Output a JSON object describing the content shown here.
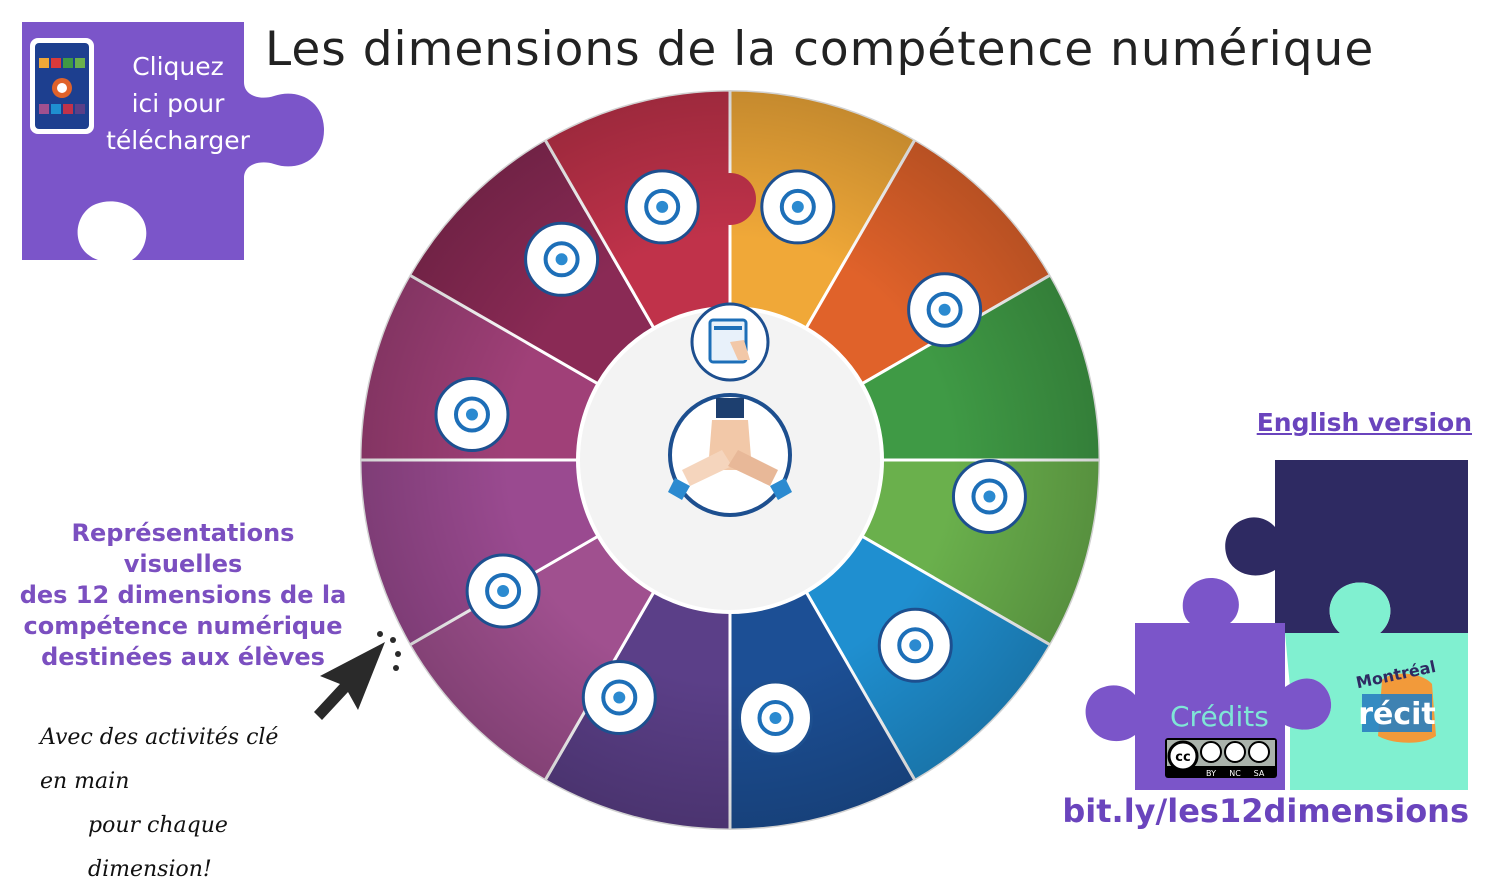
{
  "title": "Les dimensions de la compétence numérique",
  "download": {
    "lines": [
      "Cliquez",
      "ici  pour",
      "télécharger"
    ]
  },
  "description": {
    "lines": [
      "Représentations visuelles",
      "des 12 dimensions de la",
      "compétence numérique",
      "destinées aux élèves"
    ]
  },
  "activities": {
    "lines": [
      "Avec des activités clé en main",
      "pour chaque dimension!"
    ]
  },
  "english_link": "English version",
  "credits": {
    "label": "Crédits",
    "license": [
      "BY",
      "NC",
      "SA"
    ]
  },
  "logo": {
    "top": "Montréal",
    "main": "récit"
  },
  "url": "bit.ly/les12dimensions",
  "colors": {
    "purple": "#7b55c9",
    "navy": "#2e2a62",
    "mint": "#80f0d0",
    "segments": [
      "#d93a3a",
      "#f0a838",
      "#e0622a",
      "#3f9a45",
      "#6ab04c",
      "#1f8fd0",
      "#1c4f95",
      "#5b3f88",
      "#a0508f",
      "#a04078",
      "#8a2a55",
      "#c0324a"
    ]
  },
  "segment_icons": [
    "lightbulb-icon",
    "online-work-icon",
    "research-icon",
    "collaboration-gear-icon",
    "chat-bubbles-icon",
    "video-screen-icon",
    "cycle-arrows-icon",
    "cloud-network-icon",
    "target-icon",
    "brain-questions-icon",
    "touch-screen-icon",
    "hands-together-icon"
  ]
}
